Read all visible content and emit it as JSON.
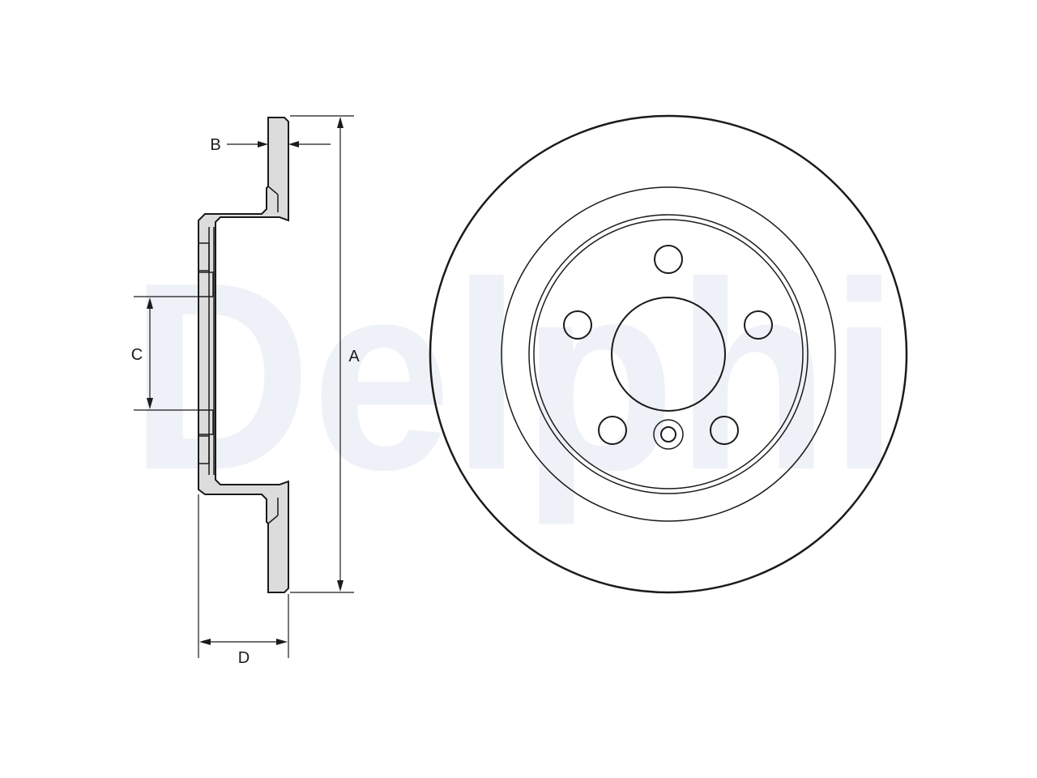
{
  "watermark": {
    "text": "Delphi",
    "color": "#eef1f7"
  },
  "dimensions": {
    "a": "A",
    "b": "B",
    "c": "C",
    "d": "D"
  },
  "colors": {
    "line": "#1b1b1b",
    "section_fill": "#dcdcdc",
    "background": "#ffffff"
  },
  "front_view": {
    "bolt_holes": 5,
    "has_center_bore": true,
    "has_locating_pin_hole": true
  }
}
